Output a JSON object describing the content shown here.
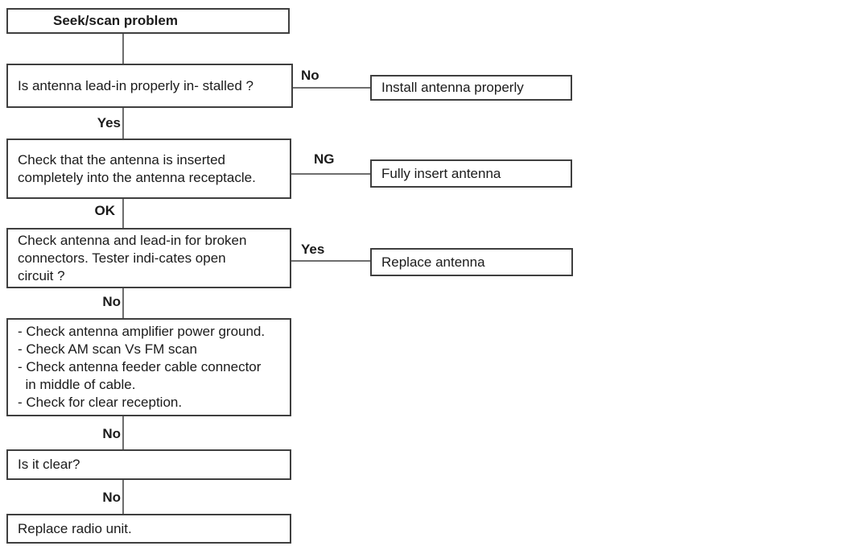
{
  "colors": {
    "background": "#ffffff",
    "box_border": "#3f3f3f",
    "connector_line": "#6e6e6e",
    "text": "#1b1b1b"
  },
  "flowchart": {
    "title": "Seek/scan problem",
    "nodes": {
      "start": {
        "label": "Seek/scan problem"
      },
      "q_leadin": {
        "label": "Is antenna lead-in properly in- stalled ?"
      },
      "a_install": {
        "label": "Install antenna properly"
      },
      "q_inserted": {
        "lines": [
          "Check that the antenna is inserted",
          "completely into the antenna receptacle."
        ]
      },
      "a_fully_insert": {
        "label": "Fully insert antenna"
      },
      "q_broken": {
        "lines": [
          "Check antenna and lead-in for broken",
          "connectors. Tester indi-cates open",
          "circuit ?"
        ]
      },
      "a_replace_antenna": {
        "label": "Replace antenna"
      },
      "checklist": {
        "lines": [
          "- Check antenna amplifier power ground.",
          "- Check AM scan Vs FM scan",
          "- Check antenna feeder cable connector",
          "  in middle of cable.",
          "- Check for clear reception."
        ]
      },
      "q_clear": {
        "label": "Is it clear?"
      },
      "end_replace_radio": {
        "label": "Replace radio unit."
      }
    },
    "edge_labels": {
      "no_1": "No",
      "yes_1": "Yes",
      "ng_1": "NG",
      "ok_1": "OK",
      "yes_2": "Yes",
      "no_2": "No",
      "no_3": "No",
      "no_4": "No"
    }
  }
}
